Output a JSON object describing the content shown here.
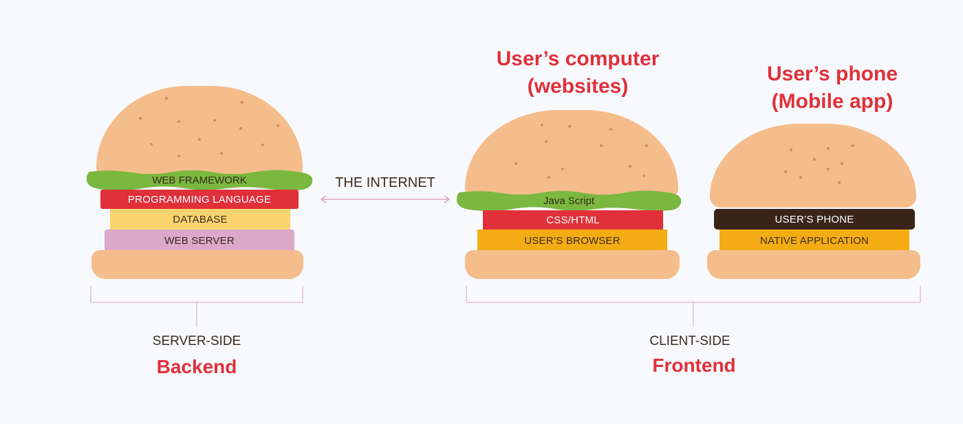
{
  "backend": {
    "layers": [
      "WEB FRAMEWORK",
      "PROGRAMMING LANGUAGE",
      "DATABASE",
      "WEB SERVER"
    ],
    "side_label": "SERVER-SIDE",
    "role_label": "Backend"
  },
  "internet_label": "THE INTERNET",
  "computer": {
    "title_line1": "User’s computer",
    "title_line2": "(websites)",
    "layers": [
      "Java Script",
      "CSS/HTML",
      "USER’S BROWSER"
    ]
  },
  "phone": {
    "title_line1": "User’s phone",
    "title_line2": "(Mobile app)",
    "layers": [
      "USER’S PHONE",
      "NATIVE APPLICATION"
    ]
  },
  "frontend": {
    "side_label": "CLIENT-SIDE",
    "role_label": "Frontend"
  },
  "colors": {
    "bun": "#f5bd8c",
    "lettuce": "#7ab83f",
    "tomato": "#e0303a",
    "cheese": "#fbd46e",
    "onion": "#dba8c9",
    "mustard": "#f4ac14",
    "patty": "#3a2418",
    "accent_red": "#e0303a"
  }
}
